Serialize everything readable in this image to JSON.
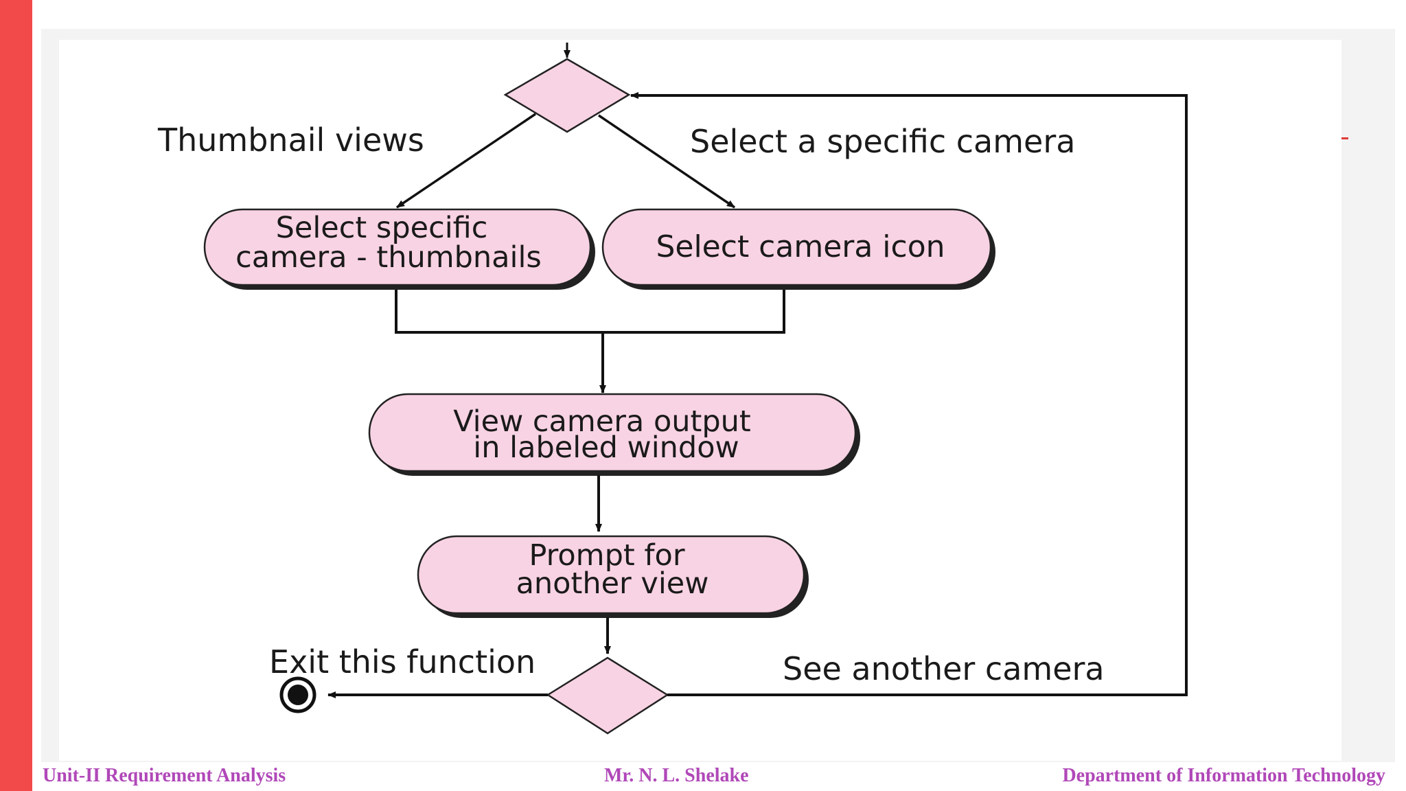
{
  "diagram": {
    "nodes": {
      "thumbnails": [
        "Select specific",
        "camera - thumbnails"
      ],
      "camera_icon": [
        "Select camera icon"
      ],
      "view_output": [
        "View camera output",
        "in labeled window"
      ],
      "prompt": [
        "Prompt for",
        "another view"
      ]
    },
    "labels": {
      "thumbnail_views": "Thumbnail views",
      "select_specific": "Select a specific camera",
      "exit": "Exit this function",
      "see_another": "See another camera"
    }
  },
  "footer": {
    "left": "Unit-II Requirement Analysis",
    "center": "Mr. N. L. Shelake",
    "right": "Department of Information Technology"
  },
  "colors": {
    "node_fill": "#f8d3e3",
    "accent_bar": "#f24a4a",
    "footer_text": "#b048b8"
  }
}
